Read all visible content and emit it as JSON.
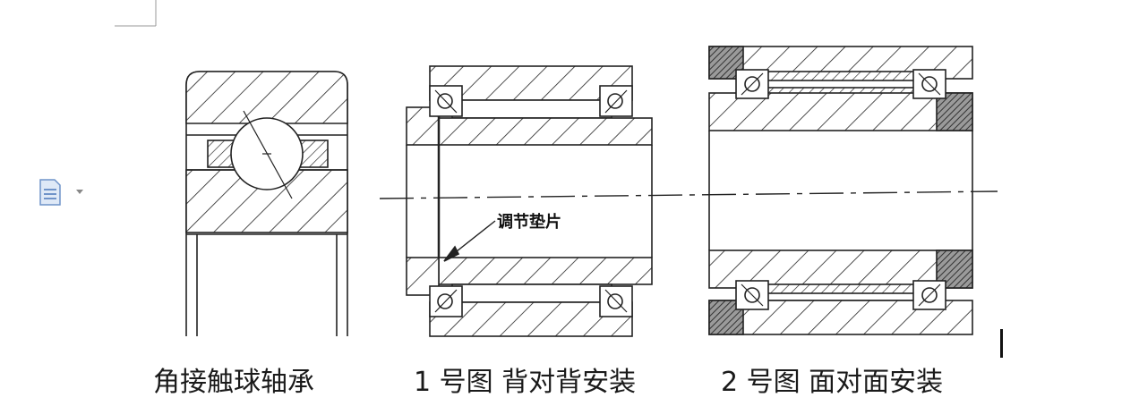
{
  "captions": {
    "fig_a": "角接触球轴承",
    "fig_b": "1 号图  背对背安装",
    "fig_c": "2 号图  面对面安装"
  },
  "annotations": {
    "shim": "调节垫片"
  },
  "icons": {
    "document": "document-icon",
    "dropdown": "dropdown-caret-icon"
  },
  "colors": {
    "line": "#222222",
    "dark_hatch": "#3a3a3a"
  }
}
